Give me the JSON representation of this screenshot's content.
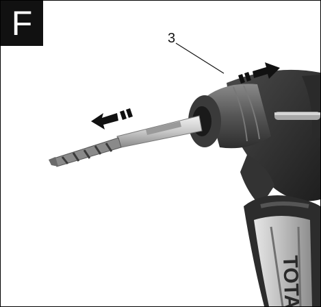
{
  "figure": {
    "label": "F",
    "callout_number": "3",
    "handle_brand": "TOTAL"
  },
  "colors": {
    "body_dark": "#3a3a3a",
    "chuck_gray": "#6b6b6b",
    "handle_gray": "#bdbdbd",
    "bit_steel": "#9a9a9a",
    "arrow_black": "#111111"
  },
  "icons": {
    "insert_arrow": "arrow-left-icon",
    "chuck_arrow": "arrow-right-icon"
  }
}
